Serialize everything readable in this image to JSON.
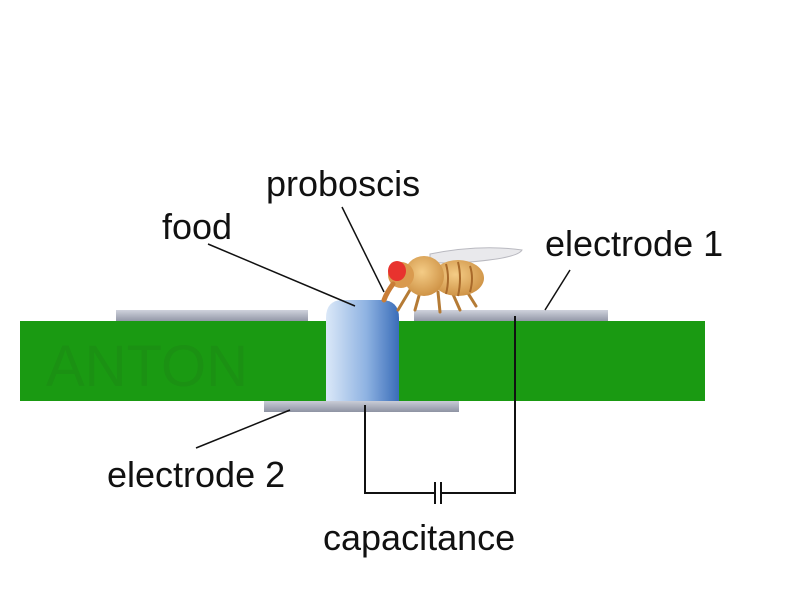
{
  "labels": {
    "proboscis": "proboscis",
    "food": "food",
    "electrode_1": "electrode 1",
    "electrode_2": "electrode 2",
    "capacitance": "capacitance"
  },
  "watermark": "ANTON",
  "colors": {
    "board": "#1a9a12",
    "electrode": "#b5b9c6",
    "food_light": "#d7e6f8",
    "food_dark": "#3f73bf",
    "wire": "#111111",
    "fly_body": "#e0a85a",
    "fly_eye": "#e8332e"
  }
}
